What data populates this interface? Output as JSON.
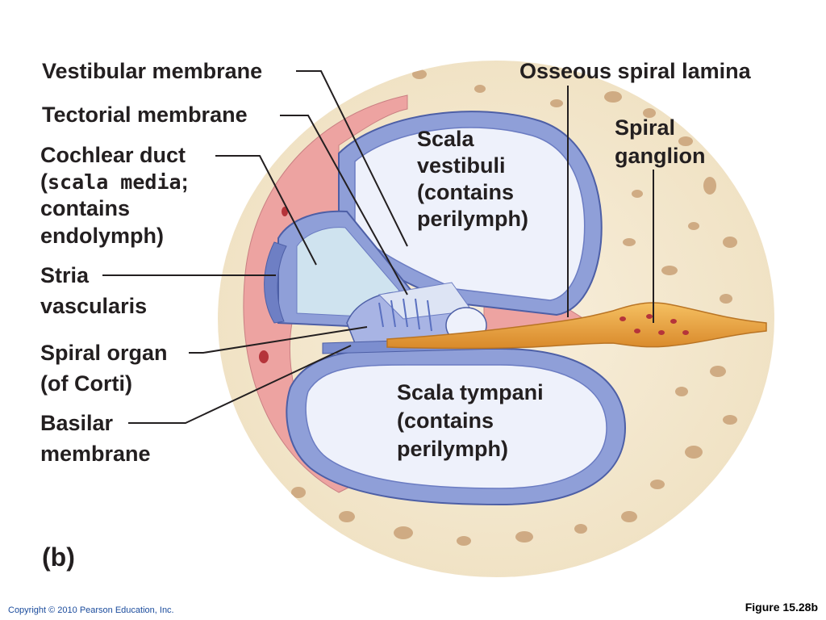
{
  "labels": {
    "vestibular_membrane": "Vestibular membrane",
    "tectorial_membrane": "Tectorial membrane",
    "cochlear_duct": {
      "line1": "Cochlear duct",
      "line2_open": "(",
      "line2_term": "scala media",
      "line2_close": ";",
      "line3": "contains",
      "line4": "endolymph)"
    },
    "stria_vascularis": {
      "line1": "Stria",
      "line2": "vascularis"
    },
    "spiral_organ": {
      "line1": "Spiral organ",
      "line2": "(of Corti)"
    },
    "basilar_membrane": {
      "line1": "Basilar",
      "line2": "membrane"
    },
    "osseous_spiral_lamina": "Osseous spiral lamina",
    "spiral_ganglion": {
      "line1": "Spiral",
      "line2": "ganglion"
    },
    "scala_vestibuli": {
      "line1": "Scala",
      "line2": "vestibuli",
      "line3": "(contains",
      "line4": "perilymph)"
    },
    "scala_tympani": {
      "line1": "Scala tympani",
      "line2": "(contains",
      "line3": "perilymph)"
    }
  },
  "panel_label": "(b)",
  "copyright": "Copyright © 2010 Pearson Education, Inc.",
  "figure_number": "Figure 15.28b",
  "colors": {
    "bone": "#f3e7cd",
    "bone_pore": "#c9a177",
    "stria_pink": "#eda3a1",
    "membrane_blue": "#8f9fd8",
    "chamber_fill": "#eef1fb",
    "duct_fill": "#cfe3ef",
    "ganglion": "#eaa43c",
    "leader": "#231f20"
  }
}
